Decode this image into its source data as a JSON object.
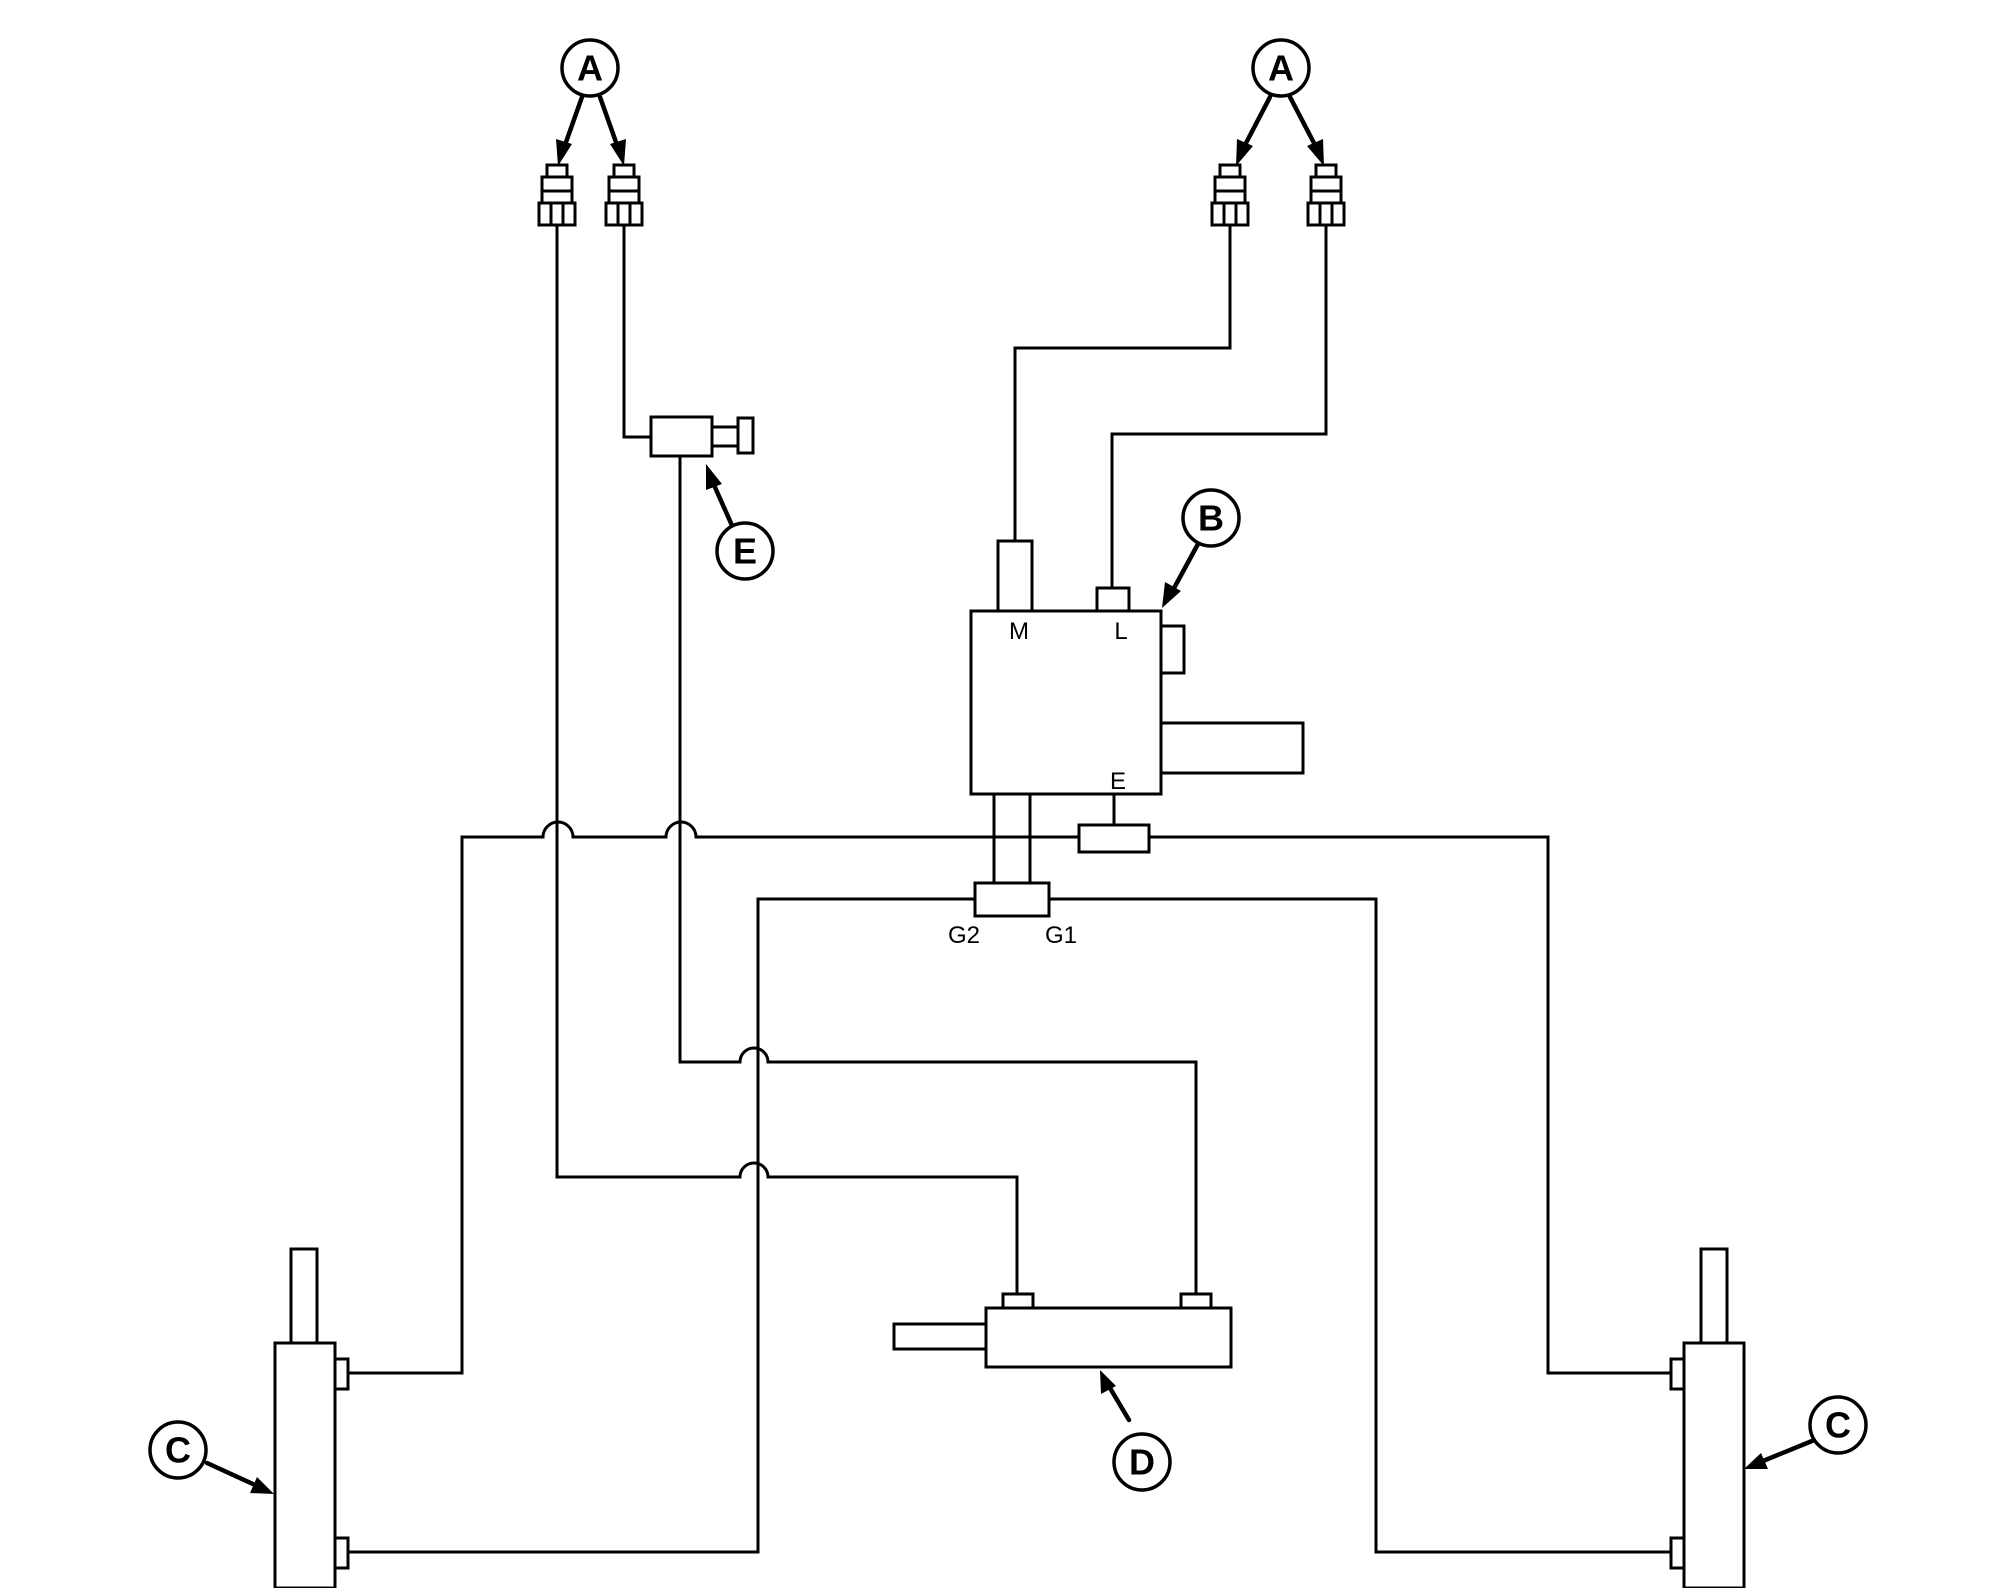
{
  "callouts": {
    "a_left": "A",
    "a_right": "A",
    "b": "B",
    "c_left": "C",
    "c_right": "C",
    "d": "D",
    "e": "E"
  },
  "ports": {
    "m": "M",
    "l": "L",
    "e": "E",
    "g1": "G1",
    "g2": "G2"
  }
}
